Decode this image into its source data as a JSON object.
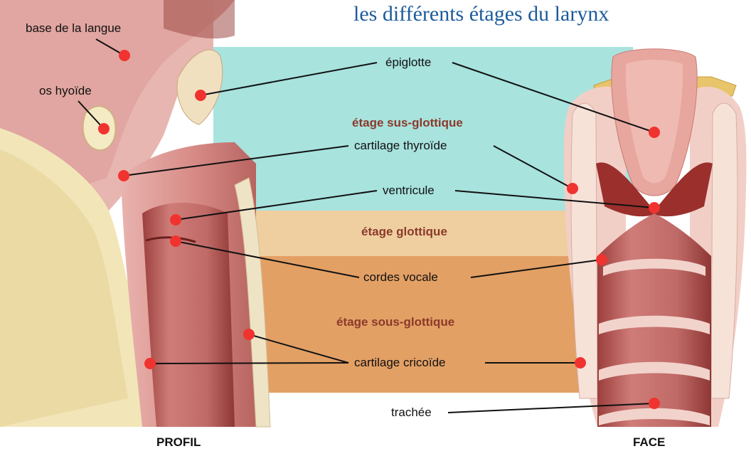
{
  "title": "les différents étages du larynx",
  "zones": {
    "sus_glottique": "étage sus-glottique",
    "glottique": "étage glottique",
    "sous_glottique": "étage sous-glottique"
  },
  "labels": {
    "base_langue": "base de la langue",
    "os_hyoide": "os hyoïde",
    "epiglotte": "épiglotte",
    "cartilage_thyroide": "cartilage thyroïde",
    "ventricule": "ventricule",
    "cordes_vocale": "cordes vocale",
    "cartilage_cricoide": "cartilage cricoïde",
    "trachee": "trachée"
  },
  "views": {
    "profil": "PROFIL",
    "face": "FACE"
  },
  "colors": {
    "title": "#1d5b9a",
    "zone_sus_glottique": "#a8e3de",
    "zone_glottique": "#efcfa0",
    "zone_sous_glottique": "#e3a065",
    "zone_label": "#8b3a2a",
    "marker": "#f0332f",
    "tissue": "#d88f8c",
    "cartilage": "#f2e6b8"
  }
}
